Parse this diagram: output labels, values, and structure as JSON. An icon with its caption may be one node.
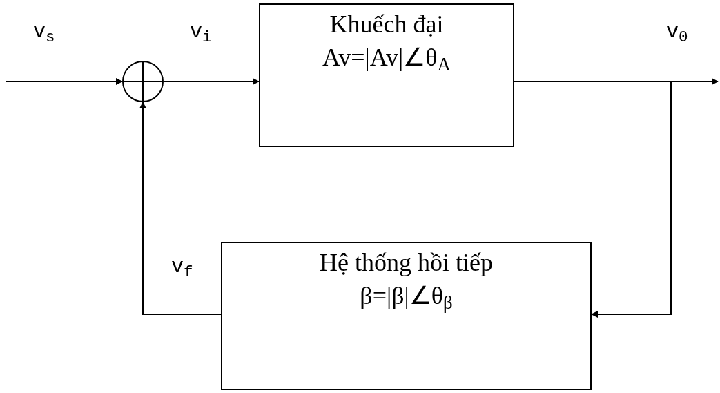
{
  "diagram": {
    "nodes": [
      {
        "text": [],
        "shape": "circle"
      },
      {
        "text": [
          "Khuếch đại",
          "Av=|Av|∠θ$_{A}$"
        ]
      },
      {
        "text": [
          "Hệ thống hồi tiếp",
          "β=|β|∠θ$_{β}$"
        ]
      }
    ],
    "edges": [
      {
        "from": null,
        "to": 0,
        "arrow": "to",
        "label": "v$_{s}$"
      },
      {
        "from": 0,
        "to": 1,
        "arrow": "to",
        "label": "v$_{i}$"
      },
      {
        "from": 1,
        "to": null,
        "arrow": "to",
        "label": "v$_{0}$"
      },
      {
        "from": 1,
        "to": 2,
        "arrow": "to"
      },
      {
        "from": 2,
        "to": 0,
        "arrow": "to",
        "label": "v$_{f}$"
      }
    ]
  }
}
